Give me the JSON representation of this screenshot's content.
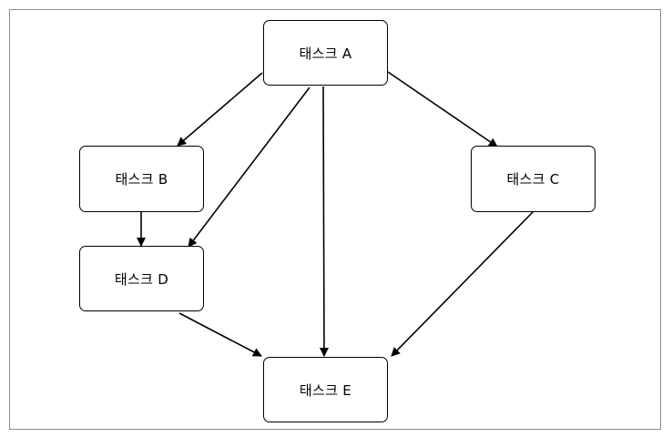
{
  "nodes": [
    {
      "id": "A",
      "label": "태스크 A"
    },
    {
      "id": "B",
      "label": "태스크 B"
    },
    {
      "id": "C",
      "label": "태스크 C"
    },
    {
      "id": "D",
      "label": "태스크 D"
    },
    {
      "id": "E",
      "label": "태스크 E"
    }
  ],
  "edges": [
    {
      "from": "A",
      "to": "B"
    },
    {
      "from": "A",
      "to": "C"
    },
    {
      "from": "A",
      "to": "D"
    },
    {
      "from": "A",
      "to": "E"
    },
    {
      "from": "B",
      "to": "D"
    },
    {
      "from": "C",
      "to": "E"
    },
    {
      "from": "D",
      "to": "E"
    }
  ],
  "colors": {
    "line": "#000000",
    "frame": "#8c8c8c",
    "background": "#ffffff"
  }
}
